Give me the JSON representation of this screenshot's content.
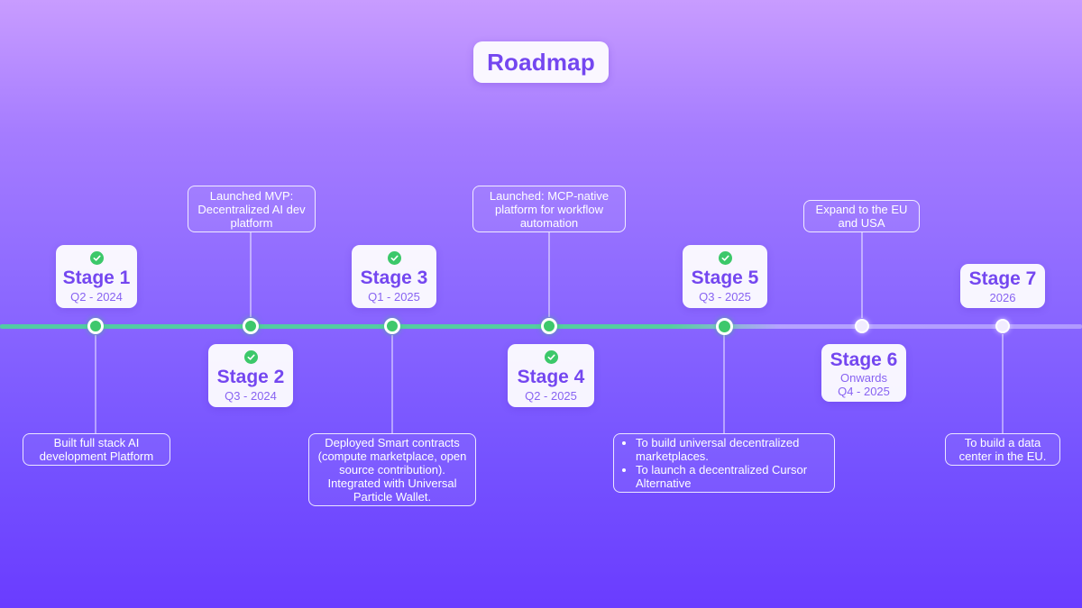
{
  "title": "Roadmap",
  "colors": {
    "accent": "#7447f0",
    "done": "#3cc86a",
    "background_top": "#c89cff",
    "background_bottom": "#6a3cff"
  },
  "stages": [
    {
      "name": "Stage 1",
      "date": "Q2 - 2024",
      "completed": true,
      "check_icon": "check-circle-icon",
      "note": "Built full stack AI development Platform"
    },
    {
      "name": "Stage 2",
      "date": "Q3 - 2024",
      "completed": true,
      "check_icon": "check-circle-icon",
      "note": "Launched MVP: Decentralized AI dev platform"
    },
    {
      "name": "Stage 3",
      "date": "Q1 - 2025",
      "completed": true,
      "check_icon": "check-circle-icon",
      "note": "Deployed Smart contracts (compute marketplace, open source contribution). Integrated with Universal Particle Wallet."
    },
    {
      "name": "Stage 4",
      "date": "Q2 - 2025",
      "completed": true,
      "check_icon": "check-circle-icon",
      "note": "Launched: MCP-native platform for workflow automation"
    },
    {
      "name": "Stage 5",
      "date": "Q3 - 2025",
      "completed": true,
      "check_icon": "check-circle-icon",
      "note_items": [
        "To build universal decentralized marketplaces.",
        "To launch a decentralized Cursor Alternative"
      ]
    },
    {
      "name": "Stage 6",
      "date_line1": "Onwards",
      "date_line2": "Q4 - 2025",
      "completed": false,
      "note": "Expand to the EU and USA"
    },
    {
      "name": "Stage 7",
      "date": "2026",
      "completed": false,
      "note": "To build a data center in the EU."
    }
  ]
}
